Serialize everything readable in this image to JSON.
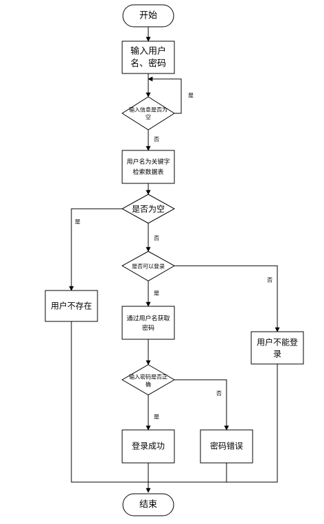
{
  "flowchart": {
    "start": "开始",
    "input_user": [
      "输入用户",
      "名、密码"
    ],
    "check_input_empty": [
      "输入信息是否为",
      "空"
    ],
    "search_table": [
      "用户名为关键字",
      "检索数据表"
    ],
    "check_result_empty": "是否为空",
    "user_not_exist": "用户不存在",
    "check_can_login": "是否可以登录",
    "get_password": [
      "通过用户名获取",
      "密码"
    ],
    "user_cannot_login": [
      "用户不能登",
      "录"
    ],
    "check_password": [
      "输入密码是否正",
      "确"
    ],
    "login_success": "登录成功",
    "password_error": "密码错误",
    "end": "结束"
  },
  "labels": {
    "yes": "是",
    "no": "否"
  }
}
